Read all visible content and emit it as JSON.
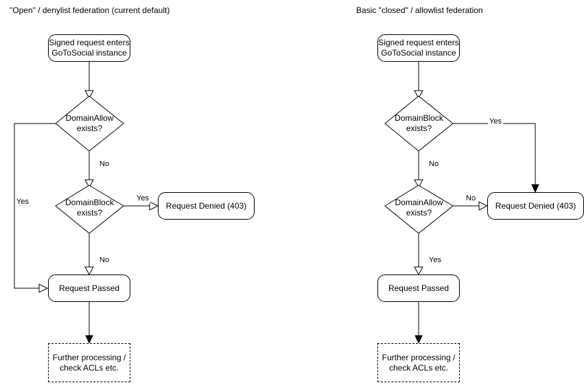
{
  "diagram": {
    "type": "flowchart",
    "title_left": "\"Open\" / denylist federation (current default)",
    "title_right": "Basic \"closed\" / allowlist federation",
    "colors": {
      "stroke": "#000000",
      "fill": "#ffffff",
      "text": "#000000"
    },
    "columns": [
      {
        "id": "open-denylist",
        "title": "\"Open\" / denylist federation (current default)",
        "nodes": {
          "start": "Signed request enters\nGoToSocial instance",
          "start_line1": "Signed request enters",
          "start_line2": "GoToSocial instance",
          "decision1_line1": "DomainAllow",
          "decision1_line2": "exists?",
          "decision2_line1": "DomainBlock",
          "decision2_line2": "exists?",
          "denied": "Request Denied (403)",
          "passed": "Request Passed",
          "further_line1": "Further processing /",
          "further_line2": "check ACLs etc."
        },
        "edges": [
          {
            "from": "start",
            "to": "decision1",
            "label": ""
          },
          {
            "from": "decision1",
            "to": "passed",
            "label": "Yes"
          },
          {
            "from": "decision1",
            "to": "decision2",
            "label": "No"
          },
          {
            "from": "decision2",
            "to": "denied",
            "label": "Yes"
          },
          {
            "from": "decision2",
            "to": "passed",
            "label": "No"
          },
          {
            "from": "passed",
            "to": "further",
            "label": ""
          }
        ],
        "edge_labels": {
          "allow_yes": "Yes",
          "allow_no": "No",
          "block_yes": "Yes",
          "block_no": "No"
        }
      },
      {
        "id": "closed-allowlist",
        "title": "Basic \"closed\" / allowlist federation",
        "nodes": {
          "start": "Signed request enters\nGoToSocial instance",
          "start_line1": "Signed request enters",
          "start_line2": "GoToSocial instance",
          "decision1_line1": "DomainBlock",
          "decision1_line2": "exists?",
          "decision2_line1": "DomainAllow",
          "decision2_line2": "exists?",
          "denied": "Request Denied (403)",
          "passed": "Request Passed",
          "further_line1": "Further processing /",
          "further_line2": "check ACLs etc."
        },
        "edges": [
          {
            "from": "start",
            "to": "decision1",
            "label": ""
          },
          {
            "from": "decision1",
            "to": "denied",
            "label": "Yes"
          },
          {
            "from": "decision1",
            "to": "decision2",
            "label": "No"
          },
          {
            "from": "decision2",
            "to": "denied",
            "label": "No"
          },
          {
            "from": "decision2",
            "to": "passed",
            "label": "Yes"
          },
          {
            "from": "passed",
            "to": "further",
            "label": ""
          }
        ],
        "edge_labels": {
          "block_yes": "Yes",
          "block_no": "No",
          "allow_no": "No",
          "allow_yes": "Yes"
        }
      }
    ]
  }
}
